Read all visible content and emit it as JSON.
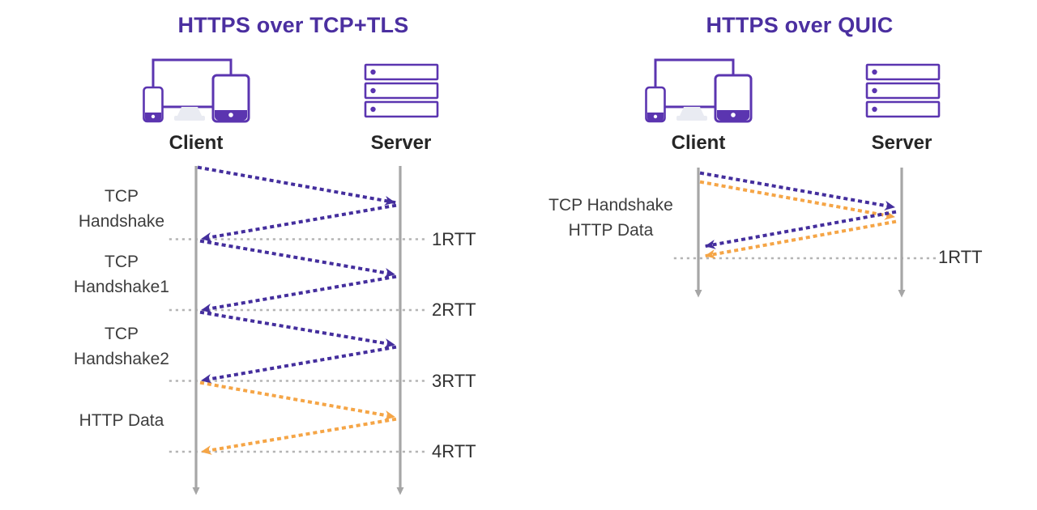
{
  "colors": {
    "title_purple": "#4B2FA0",
    "icon_purple": "#5B35B0",
    "arrow_purple": "#442E9D",
    "arrow_orange": "#F5A546",
    "timeline_gray": "#A6A6A6",
    "rtt_dotted_gray": "#B5B5B5",
    "endpoint_label_color": "#262626",
    "phase_label_color": "#3D3D3D"
  },
  "left_diagram": {
    "title": "HTTPS over TCP+TLS",
    "client_label": "Client",
    "server_label": "Server",
    "phases": [
      "TCP\nHandshake",
      "TCP\nHandshake1",
      "TCP\nHandshake2",
      "HTTP Data"
    ],
    "rtt_markers": [
      "1RTT",
      "2RTT",
      "3RTT",
      "4RTT"
    ],
    "flows": [
      {
        "from": "client",
        "to": "server",
        "phase": "TCP Handshake",
        "color": "purple"
      },
      {
        "from": "server",
        "to": "client",
        "phase": "TCP Handshake",
        "color": "purple",
        "ends_at": "1RTT"
      },
      {
        "from": "client",
        "to": "server",
        "phase": "TCP Handshake1",
        "color": "purple"
      },
      {
        "from": "server",
        "to": "client",
        "phase": "TCP Handshake1",
        "color": "purple",
        "ends_at": "2RTT"
      },
      {
        "from": "client",
        "to": "server",
        "phase": "TCP Handshake2",
        "color": "purple"
      },
      {
        "from": "server",
        "to": "client",
        "phase": "TCP Handshake2",
        "color": "purple",
        "ends_at": "3RTT"
      },
      {
        "from": "client",
        "to": "server",
        "phase": "HTTP Data",
        "color": "orange"
      },
      {
        "from": "server",
        "to": "client",
        "phase": "HTTP Data",
        "color": "orange",
        "ends_at": "4RTT"
      }
    ]
  },
  "right_diagram": {
    "title": "HTTPS over QUIC",
    "client_label": "Client",
    "server_label": "Server",
    "phases": [
      "TCP Handshake\nHTTP Data"
    ],
    "rtt_markers": [
      "1RTT"
    ],
    "flows": [
      {
        "from": "client",
        "to": "server",
        "phase": "TCP Handshake + HTTP Data",
        "color": "purple+orange"
      },
      {
        "from": "server",
        "to": "client",
        "phase": "TCP Handshake + HTTP Data",
        "color": "purple+orange",
        "ends_at": "1RTT"
      }
    ]
  }
}
